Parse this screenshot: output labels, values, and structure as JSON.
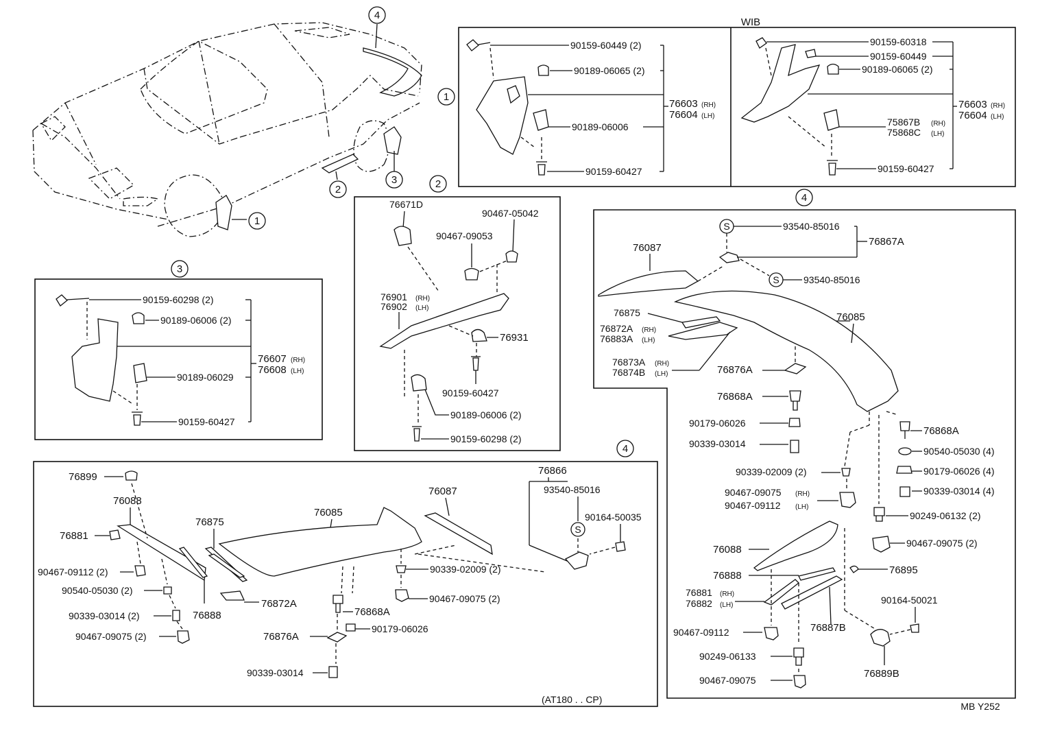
{
  "diagram": {
    "drawing_code": "MB Y252",
    "wib_label": "WIB",
    "model_note": "(AT180 . . CP)",
    "section_labels": {
      "one": "1",
      "two": "2",
      "three": "3",
      "four": "4"
    },
    "car_callouts": [
      "1",
      "2",
      "3",
      "4"
    ],
    "section1": {
      "standard": {
        "bolt": "90159-60449 (2)",
        "clip_top": "90189-06065 (2)",
        "mudguard_rh": "76603",
        "mudguard_lh": "76604",
        "clip_mid": "90189-06006",
        "screw": "90159-60427"
      },
      "wib": {
        "bolt1": "90159-60318",
        "bolt2": "90159-60449",
        "clip_top": "90189-06065 (2)",
        "mudguard_rh": "76603",
        "mudguard_lh": "76604",
        "retainer_rh": "75867B",
        "retainer_lh": "75868C",
        "screw": "90159-60427"
      }
    },
    "section2": {
      "clip": "76671D",
      "nut": "90467-05042",
      "grommet": "90467-09053",
      "spoiler_rh": "76901",
      "spoiler_lh": "76902",
      "clip2": "76931",
      "screw": "90159-60427",
      "clip3": "90189-06006 (2)",
      "screw2": "90159-60298 (2)"
    },
    "section3": {
      "bolt": "90159-60298 (2)",
      "clip_top": "90189-06006 (2)",
      "mudguard_rh": "76607",
      "mudguard_lh": "76608",
      "clip_mid": "90189-06029",
      "screw": "90159-60427"
    },
    "section4_right": {
      "screw_s1": "93540-85016",
      "bracket": "76867A",
      "screw_s2": "93540-85016",
      "end_plate": "76087",
      "spoiler": "76085",
      "pad": "76875",
      "seal_rh": "76872A",
      "seal_lh": "76883A",
      "seal2_rh": "76873A",
      "seal2_lh": "76874B",
      "mount": "76876A",
      "stud": "76868A",
      "nut1": "90179-06026",
      "spacer": "90339-03014",
      "spacer2": "90339-02009 (2)",
      "nut_rh": "90467-09075",
      "nut_lh": "90467-09112",
      "stud2": "76868A",
      "washer": "90540-05030 (4)",
      "nut2": "90179-06026 (4)",
      "spacer3": "90339-03014 (4)",
      "bolt": "90249-06132 (2)",
      "clip": "90467-09075 (2)",
      "end_plate2": "76088",
      "pad2": "76888",
      "cap": "76895",
      "seal3_rh": "76881",
      "seal3_lh": "76882",
      "seal4": "76887B",
      "screw3": "90164-50021",
      "clip2": "90467-09112",
      "bolt2": "90249-06133",
      "bracket2": "76889B",
      "clip3": "90467-09075"
    },
    "section4_left": {
      "cap": "76899",
      "end_plate_l": "76088",
      "pad": "76881",
      "clip1": "90467-09112 (2)",
      "washer": "90540-05030 (2)",
      "spacer": "90339-03014 (2)",
      "clip2": "90467-09075 (2)",
      "seal": "76875",
      "seal2": "76888",
      "seal3": "76872A",
      "spoiler": "76085",
      "end_plate_r": "76087",
      "bracket": "76866",
      "screw_s": "93540-85016",
      "screw": "90164-50035",
      "spacer2": "90339-02009 (2)",
      "clip3": "90467-09075 (2)",
      "stud": "76868A",
      "nut": "90179-06026",
      "mount": "76876A",
      "spacer3": "90339-03014"
    },
    "suffix": {
      "rh": "(RH)",
      "lh": "(LH)",
      "s": "S"
    }
  }
}
